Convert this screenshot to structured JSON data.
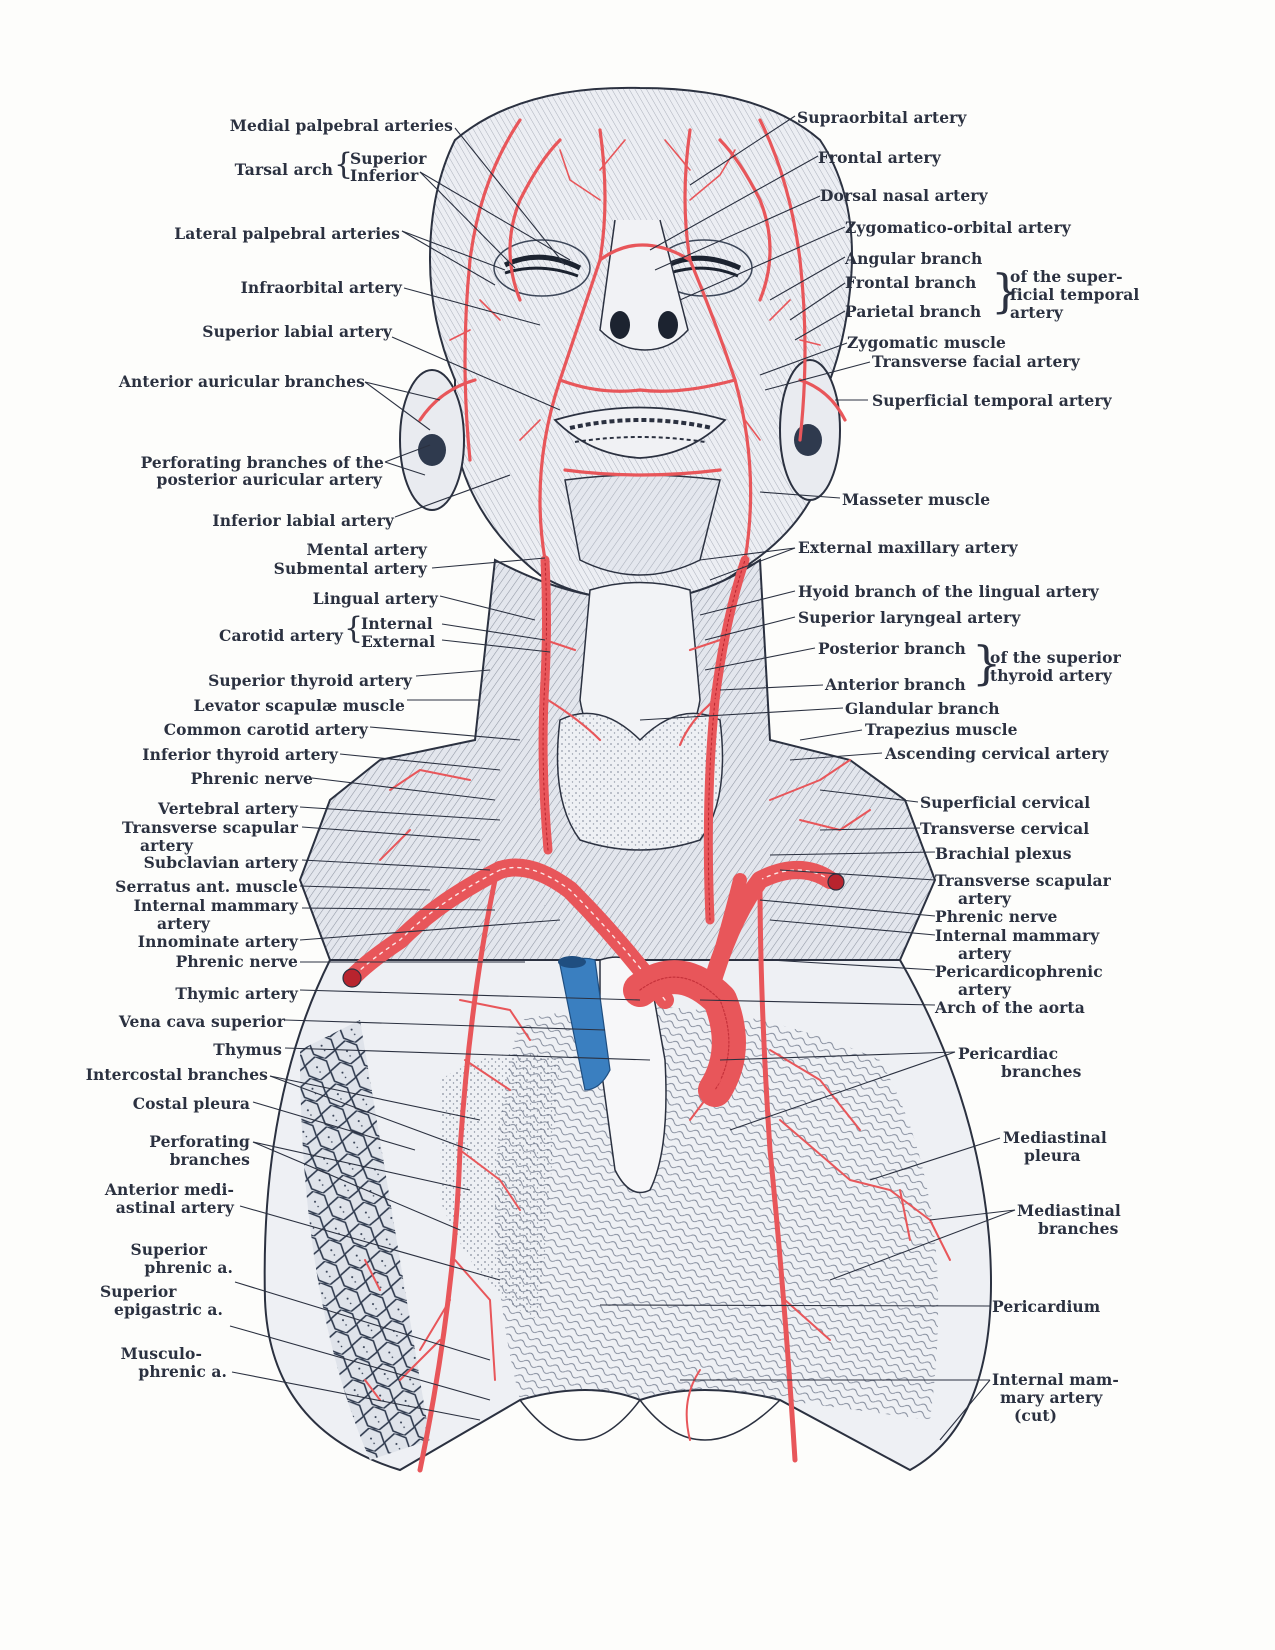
{
  "figure": {
    "subject": "Arteries of the face, neck and thorax (anterior view)",
    "colors": {
      "artery": "#e8565a",
      "artery_dark": "#b8242e",
      "vein": "#3a7fc0",
      "ink": "#2b3140",
      "paper": "#fdfdfb",
      "tissue_shade": "#d9dde6"
    }
  },
  "labels_left": [
    {
      "id": "medial-palpebral-arteries",
      "text": "Medial palpebral arteries"
    },
    {
      "id": "tarsal-arch",
      "text": "Tarsal arch",
      "sub": [
        "Superior",
        "Inferior"
      ]
    },
    {
      "id": "lateral-palpebral-arteries",
      "text": "Lateral palpebral arteries"
    },
    {
      "id": "infraorbital-artery",
      "text": "Infraorbital artery"
    },
    {
      "id": "superior-labial-artery",
      "text": "Superior labial artery"
    },
    {
      "id": "anterior-auricular-branches",
      "text": "Anterior auricular branches"
    },
    {
      "id": "perforating-branches-posterior-auricular",
      "lines": [
        "Perforating branches of the",
        "posterior auricular artery"
      ]
    },
    {
      "id": "inferior-labial-artery",
      "text": "Inferior labial artery"
    },
    {
      "id": "mental-artery",
      "text": "Mental artery"
    },
    {
      "id": "submental-artery",
      "text": "Submental artery"
    },
    {
      "id": "lingual-artery",
      "text": "Lingual artery"
    },
    {
      "id": "carotid-artery",
      "text": "Carotid artery",
      "sub": [
        "Internal",
        "External"
      ]
    },
    {
      "id": "superior-thyroid-artery",
      "text": "Superior thyroid artery"
    },
    {
      "id": "levator-scapulae-muscle",
      "text": "Levator scapulæ muscle"
    },
    {
      "id": "common-carotid-artery",
      "text": "Common carotid artery"
    },
    {
      "id": "inferior-thyroid-artery",
      "text": "Inferior thyroid artery"
    },
    {
      "id": "phrenic-nerve-1",
      "text": "Phrenic nerve"
    },
    {
      "id": "vertebral-artery",
      "text": "Vertebral artery"
    },
    {
      "id": "transverse-scapular-artery-left",
      "lines": [
        "Transverse  scapular",
        "artery"
      ]
    },
    {
      "id": "subclavian-artery",
      "text": "Subclavian artery"
    },
    {
      "id": "serratus-ant-muscle",
      "text": "Serratus ant. muscle"
    },
    {
      "id": "internal-mammary-artery-left",
      "lines": [
        "Internal mammary",
        "artery"
      ]
    },
    {
      "id": "innominate-artery",
      "text": "Innominate artery"
    },
    {
      "id": "phrenic-nerve-2",
      "text": "Phrenic nerve"
    },
    {
      "id": "thymic-artery",
      "text": "Thymic artery"
    },
    {
      "id": "vena-cava-superior",
      "text": "Vena cava superior"
    },
    {
      "id": "thymus",
      "text": "Thymus"
    },
    {
      "id": "intercostal-branches",
      "text": "Intercostal branches"
    },
    {
      "id": "costal-pleura",
      "text": "Costal pleura"
    },
    {
      "id": "perforating-branches",
      "lines": [
        "Perforating",
        "branches"
      ]
    },
    {
      "id": "anterior-mediastinal-artery",
      "lines": [
        "Anterior medi-",
        "astinal artery"
      ]
    },
    {
      "id": "superior-phrenic-a",
      "lines": [
        "Superior",
        "phrenic a."
      ]
    },
    {
      "id": "superior-epigastric-a",
      "lines": [
        "Superior",
        "epigastric a."
      ]
    },
    {
      "id": "musculophrenic-a",
      "lines": [
        "Musculo-",
        "phrenic a."
      ]
    }
  ],
  "labels_right": [
    {
      "id": "supraorbital-artery",
      "text": "Supraorbital artery"
    },
    {
      "id": "frontal-artery",
      "text": "Frontal artery"
    },
    {
      "id": "dorsal-nasal-artery",
      "text": "Dorsal nasal artery"
    },
    {
      "id": "zygomatico-orbital-artery",
      "text": "Zygomatico-orbital artery"
    },
    {
      "id": "superficial-temporal-group",
      "items": [
        "Angular branch",
        "Frontal branch",
        "Parietal branch"
      ],
      "qualifier": [
        "of the super-",
        "ficial temporal",
        "artery"
      ]
    },
    {
      "id": "zygomatic-muscle",
      "text": "Zygomatic muscle"
    },
    {
      "id": "transverse-facial-artery",
      "text": "Transverse facial artery"
    },
    {
      "id": "superficial-temporal-artery",
      "text": "Superficial temporal artery"
    },
    {
      "id": "masseter-muscle",
      "text": "Masseter muscle"
    },
    {
      "id": "external-maxillary-artery",
      "text": "External maxillary artery"
    },
    {
      "id": "hyoid-branch-lingual",
      "text": "Hyoid branch of the lingual artery"
    },
    {
      "id": "superior-laryngeal-artery",
      "text": "Superior laryngeal artery"
    },
    {
      "id": "superior-thyroid-branches",
      "items": [
        "Posterior branch",
        "Anterior branch"
      ],
      "qualifier": [
        "of the superior",
        "thyroid artery"
      ]
    },
    {
      "id": "glandular-branch",
      "text": "Glandular branch"
    },
    {
      "id": "trapezius-muscle",
      "text": "Trapezius muscle"
    },
    {
      "id": "ascending-cervical-artery",
      "text": "Ascending cervical artery"
    },
    {
      "id": "superficial-cervical",
      "text": "Superficial cervical"
    },
    {
      "id": "transverse-cervical",
      "text": "Transverse cervical"
    },
    {
      "id": "brachial-plexus",
      "text": "Brachial plexus"
    },
    {
      "id": "transverse-scapular-artery-right",
      "lines": [
        "Transverse  scapular",
        "artery"
      ]
    },
    {
      "id": "phrenic-nerve-right",
      "text": "Phrenic nerve"
    },
    {
      "id": "internal-mammary-artery-right",
      "lines": [
        "Internal mammary",
        "artery"
      ]
    },
    {
      "id": "pericardicophrenic-artery",
      "lines": [
        "Pericardicophrenic",
        "artery"
      ]
    },
    {
      "id": "arch-of-the-aorta",
      "text": "Arch of the aorta"
    },
    {
      "id": "pericardiac-branches",
      "lines": [
        "Pericardiac",
        "branches"
      ]
    },
    {
      "id": "mediastinal-pleura",
      "lines": [
        "Mediastinal",
        "pleura"
      ]
    },
    {
      "id": "mediastinal-branches",
      "lines": [
        "Mediastinal",
        "branches"
      ]
    },
    {
      "id": "pericardium",
      "text": "Pericardium"
    },
    {
      "id": "internal-mammary-artery-cut",
      "lines": [
        "Internal mam-",
        "mary artery",
        "(cut)"
      ]
    }
  ]
}
